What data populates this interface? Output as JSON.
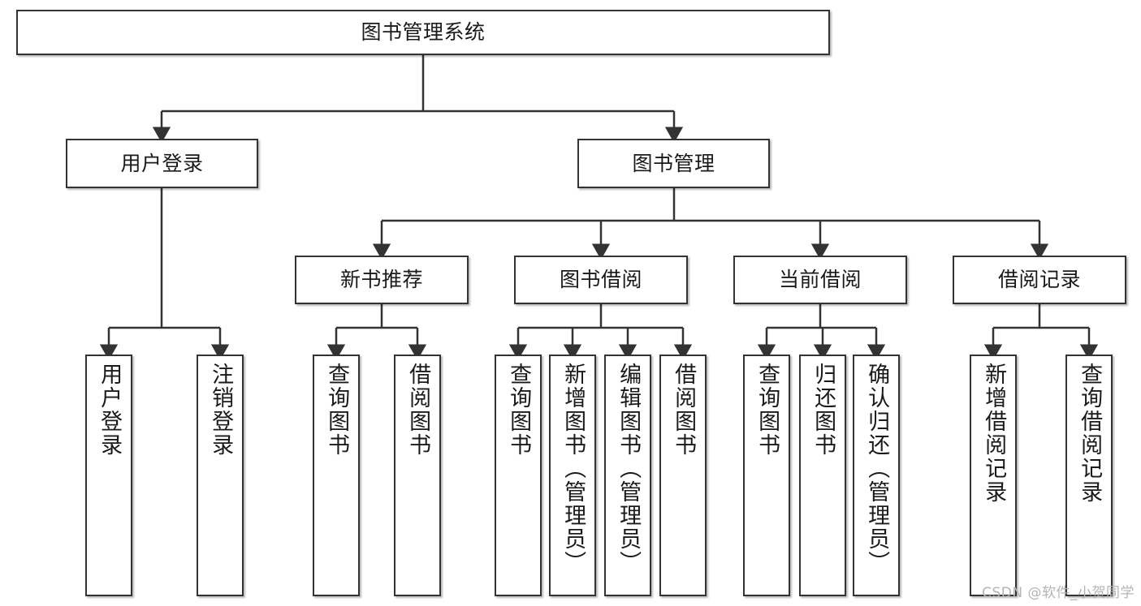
{
  "diagram": {
    "title": "图书管理系统",
    "watermark": "CSDN @软件_小贺同学",
    "theme": {
      "box_border": "#333333",
      "box_fill": "#ffffff",
      "edge_color": "#333333",
      "text_color": "#1a1a1a",
      "watermark_color": "#b4b4b4",
      "background": "#ffffff"
    },
    "levels": {
      "level1": [
        {
          "id": "root",
          "label": "图书管理系统",
          "orientation": "horizontal"
        }
      ],
      "level2": [
        {
          "id": "user-login",
          "label": "用户登录",
          "orientation": "horizontal"
        },
        {
          "id": "book-management",
          "label": "图书管理",
          "orientation": "horizontal"
        }
      ],
      "level3": [
        {
          "id": "new-book-recommend",
          "label": "新书推荐",
          "orientation": "horizontal"
        },
        {
          "id": "book-borrow",
          "label": "图书借阅",
          "orientation": "horizontal"
        },
        {
          "id": "current-borrow",
          "label": "当前借阅",
          "orientation": "horizontal"
        },
        {
          "id": "borrow-record",
          "label": "借阅记录",
          "orientation": "horizontal"
        }
      ],
      "level4": [
        {
          "id": "leaf-user-login",
          "label": "用户登录",
          "orientation": "vertical",
          "parent": "user-login"
        },
        {
          "id": "leaf-user-logout",
          "label": "注销登录",
          "orientation": "vertical",
          "parent": "user-login"
        },
        {
          "id": "leaf-query-book-1",
          "label": "查询图书",
          "orientation": "vertical",
          "parent": "new-book-recommend"
        },
        {
          "id": "leaf-borrow-book-1",
          "label": "借阅图书",
          "orientation": "vertical",
          "parent": "new-book-recommend"
        },
        {
          "id": "leaf-query-book-2",
          "label": "查询图书",
          "orientation": "vertical",
          "parent": "book-borrow"
        },
        {
          "id": "leaf-add-book",
          "label": "新增图书（管理员）",
          "orientation": "vertical",
          "parent": "book-borrow"
        },
        {
          "id": "leaf-edit-book",
          "label": "编辑图书（管理员）",
          "orientation": "vertical",
          "parent": "book-borrow"
        },
        {
          "id": "leaf-borrow-book-2",
          "label": "借阅图书",
          "orientation": "vertical",
          "parent": "book-borrow"
        },
        {
          "id": "leaf-query-book-3",
          "label": "查询图书",
          "orientation": "vertical",
          "parent": "current-borrow"
        },
        {
          "id": "leaf-return-book",
          "label": "归还图书",
          "orientation": "vertical",
          "parent": "current-borrow"
        },
        {
          "id": "leaf-confirm-return",
          "label": "确认归还（管理员）",
          "orientation": "vertical",
          "parent": "current-borrow"
        },
        {
          "id": "leaf-add-record",
          "label": "新增借阅记录",
          "orientation": "vertical",
          "parent": "borrow-record"
        },
        {
          "id": "leaf-query-record",
          "label": "查询借阅记录",
          "orientation": "vertical",
          "parent": "borrow-record"
        }
      ]
    }
  }
}
